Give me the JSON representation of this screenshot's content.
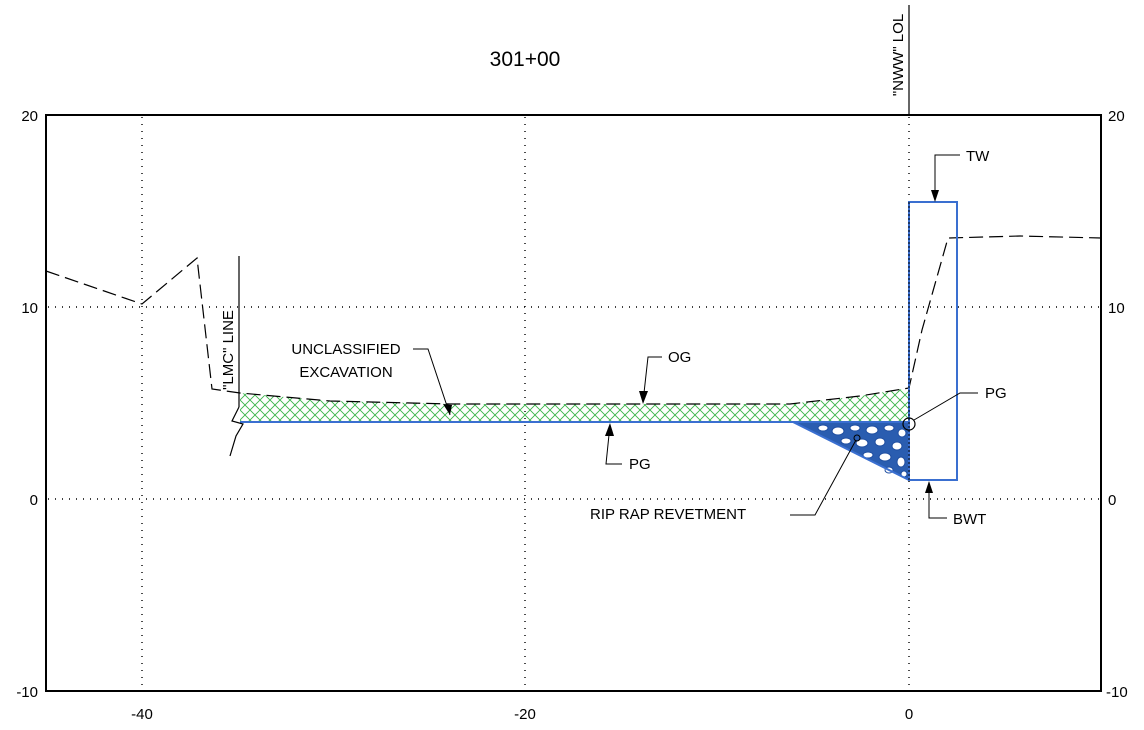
{
  "drawing": {
    "station": "301+00",
    "axes": {
      "x_ticks": [
        -40,
        -20,
        0
      ],
      "y_ticks": [
        20,
        10,
        0,
        -10
      ],
      "x_range": [
        -45,
        10
      ],
      "y_range": [
        -10,
        20
      ],
      "x_tick_labels": [
        "-40",
        "-20",
        "0"
      ],
      "y_tick_labels": [
        "20",
        "10",
        "0",
        "-10"
      ]
    },
    "lines": {
      "lmc": "\"LMC\" LINE",
      "nww": "\"NWW\" LOL"
    },
    "callouts": {
      "unclassified_1": "UNCLASSIFIED",
      "unclassified_2": "EXCAVATION",
      "og": "OG",
      "pg_left": "PG",
      "pg_right": "PG",
      "rip_rap": "RIP RAP REVETMENT",
      "tw": "TW",
      "bwt": "BWT"
    },
    "colors": {
      "excavation": "#3bb54a",
      "riprap": "#2a5db0",
      "wall": "#3a6fd0",
      "proposed_grade": "#3a6fd0"
    }
  }
}
